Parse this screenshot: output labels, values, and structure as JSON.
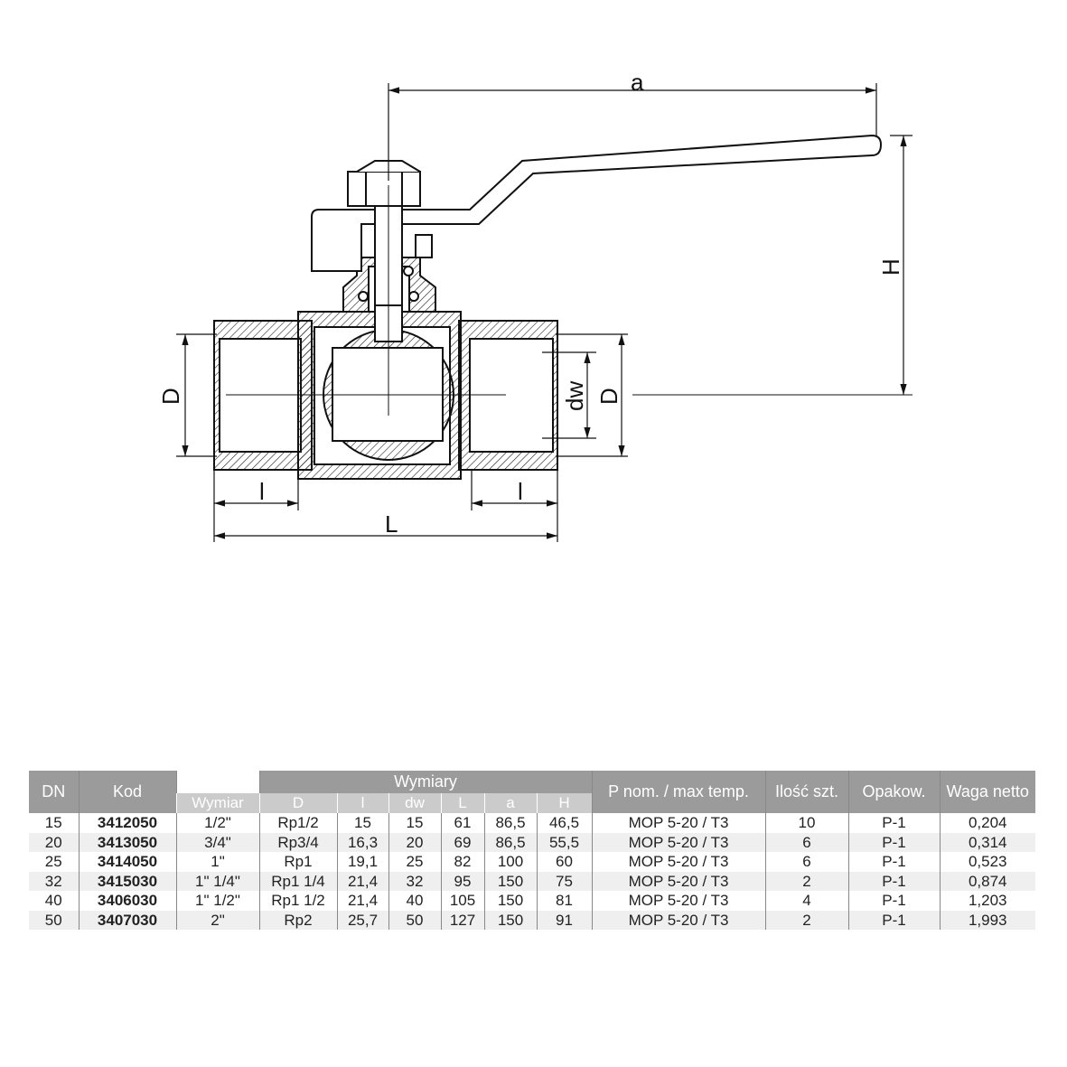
{
  "drawing": {
    "labels": {
      "a": "a",
      "H": "H",
      "D_left": "D",
      "D_right": "D",
      "dw": "dw",
      "l_left": "l",
      "l_right": "l",
      "L": "L"
    }
  },
  "table": {
    "headers": {
      "dn": "DN",
      "kod": "Kod",
      "wymiary": "Wymiary",
      "wymiar": "Wymiar",
      "D": "D",
      "l": "l",
      "dw": "dw",
      "L": "L",
      "a": "a",
      "H": "H",
      "pnom": "P nom. / max temp.",
      "ilosc": "Ilość szt.",
      "opakow": "Opakow.",
      "waga": "Waga netto"
    },
    "rows": [
      [
        "15",
        "3412050",
        "1/2\"",
        "Rp1/2",
        "15",
        "15",
        "61",
        "86,5",
        "46,5",
        "MOP 5-20 / T3",
        "10",
        "P-1",
        "0,204"
      ],
      [
        "20",
        "3413050",
        "3/4\"",
        "Rp3/4",
        "16,3",
        "20",
        "69",
        "86,5",
        "55,5",
        "MOP 5-20 / T3",
        "6",
        "P-1",
        "0,314"
      ],
      [
        "25",
        "3414050",
        "1\"",
        "Rp1",
        "19,1",
        "25",
        "82",
        "100",
        "60",
        "MOP 5-20 / T3",
        "6",
        "P-1",
        "0,523"
      ],
      [
        "32",
        "3415030",
        "1\" 1/4\"",
        "Rp1 1/4",
        "21,4",
        "32",
        "95",
        "150",
        "75",
        "MOP 5-20 / T3",
        "2",
        "P-1",
        "0,874"
      ],
      [
        "40",
        "3406030",
        "1\" 1/2\"",
        "Rp1 1/2",
        "21,4",
        "40",
        "105",
        "150",
        "81",
        "MOP 5-20 / T3",
        "4",
        "P-1",
        "1,203"
      ],
      [
        "50",
        "3407030",
        "2\"",
        "Rp2",
        "25,7",
        "50",
        "127",
        "150",
        "91",
        "MOP 5-20 / T3",
        "2",
        "P-1",
        "1,993"
      ]
    ]
  }
}
